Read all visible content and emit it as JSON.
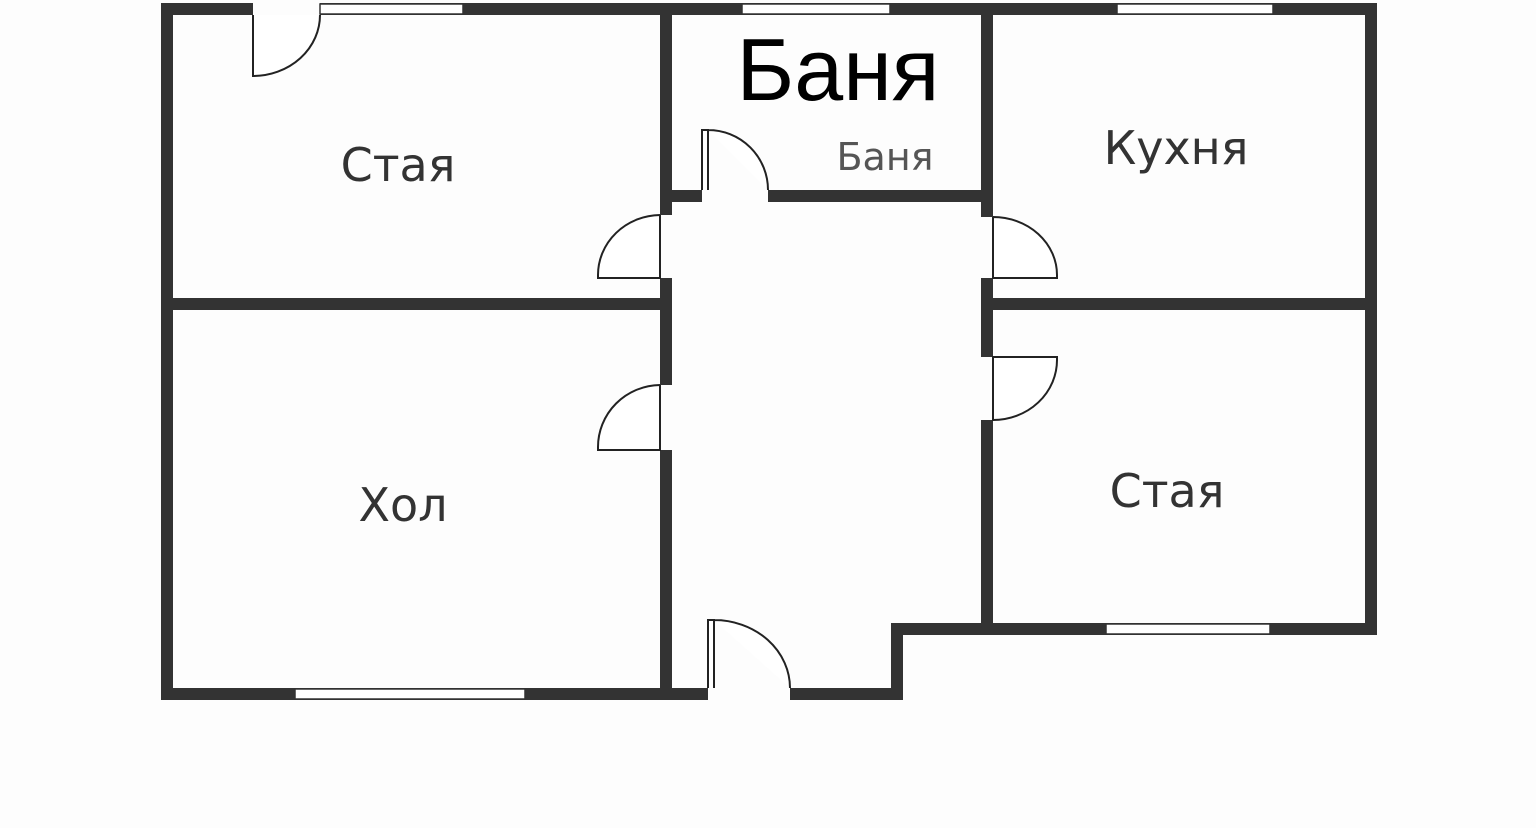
{
  "rooms": {
    "room_top_left": "Стая",
    "bathroom_small": "Баня",
    "bathroom_overlay": "Баня",
    "kitchen": "Кухня",
    "hall": "Хол",
    "room_bottom_right": "Стая"
  },
  "colors": {
    "wall": "#333333",
    "background": "#fdfdfd"
  }
}
